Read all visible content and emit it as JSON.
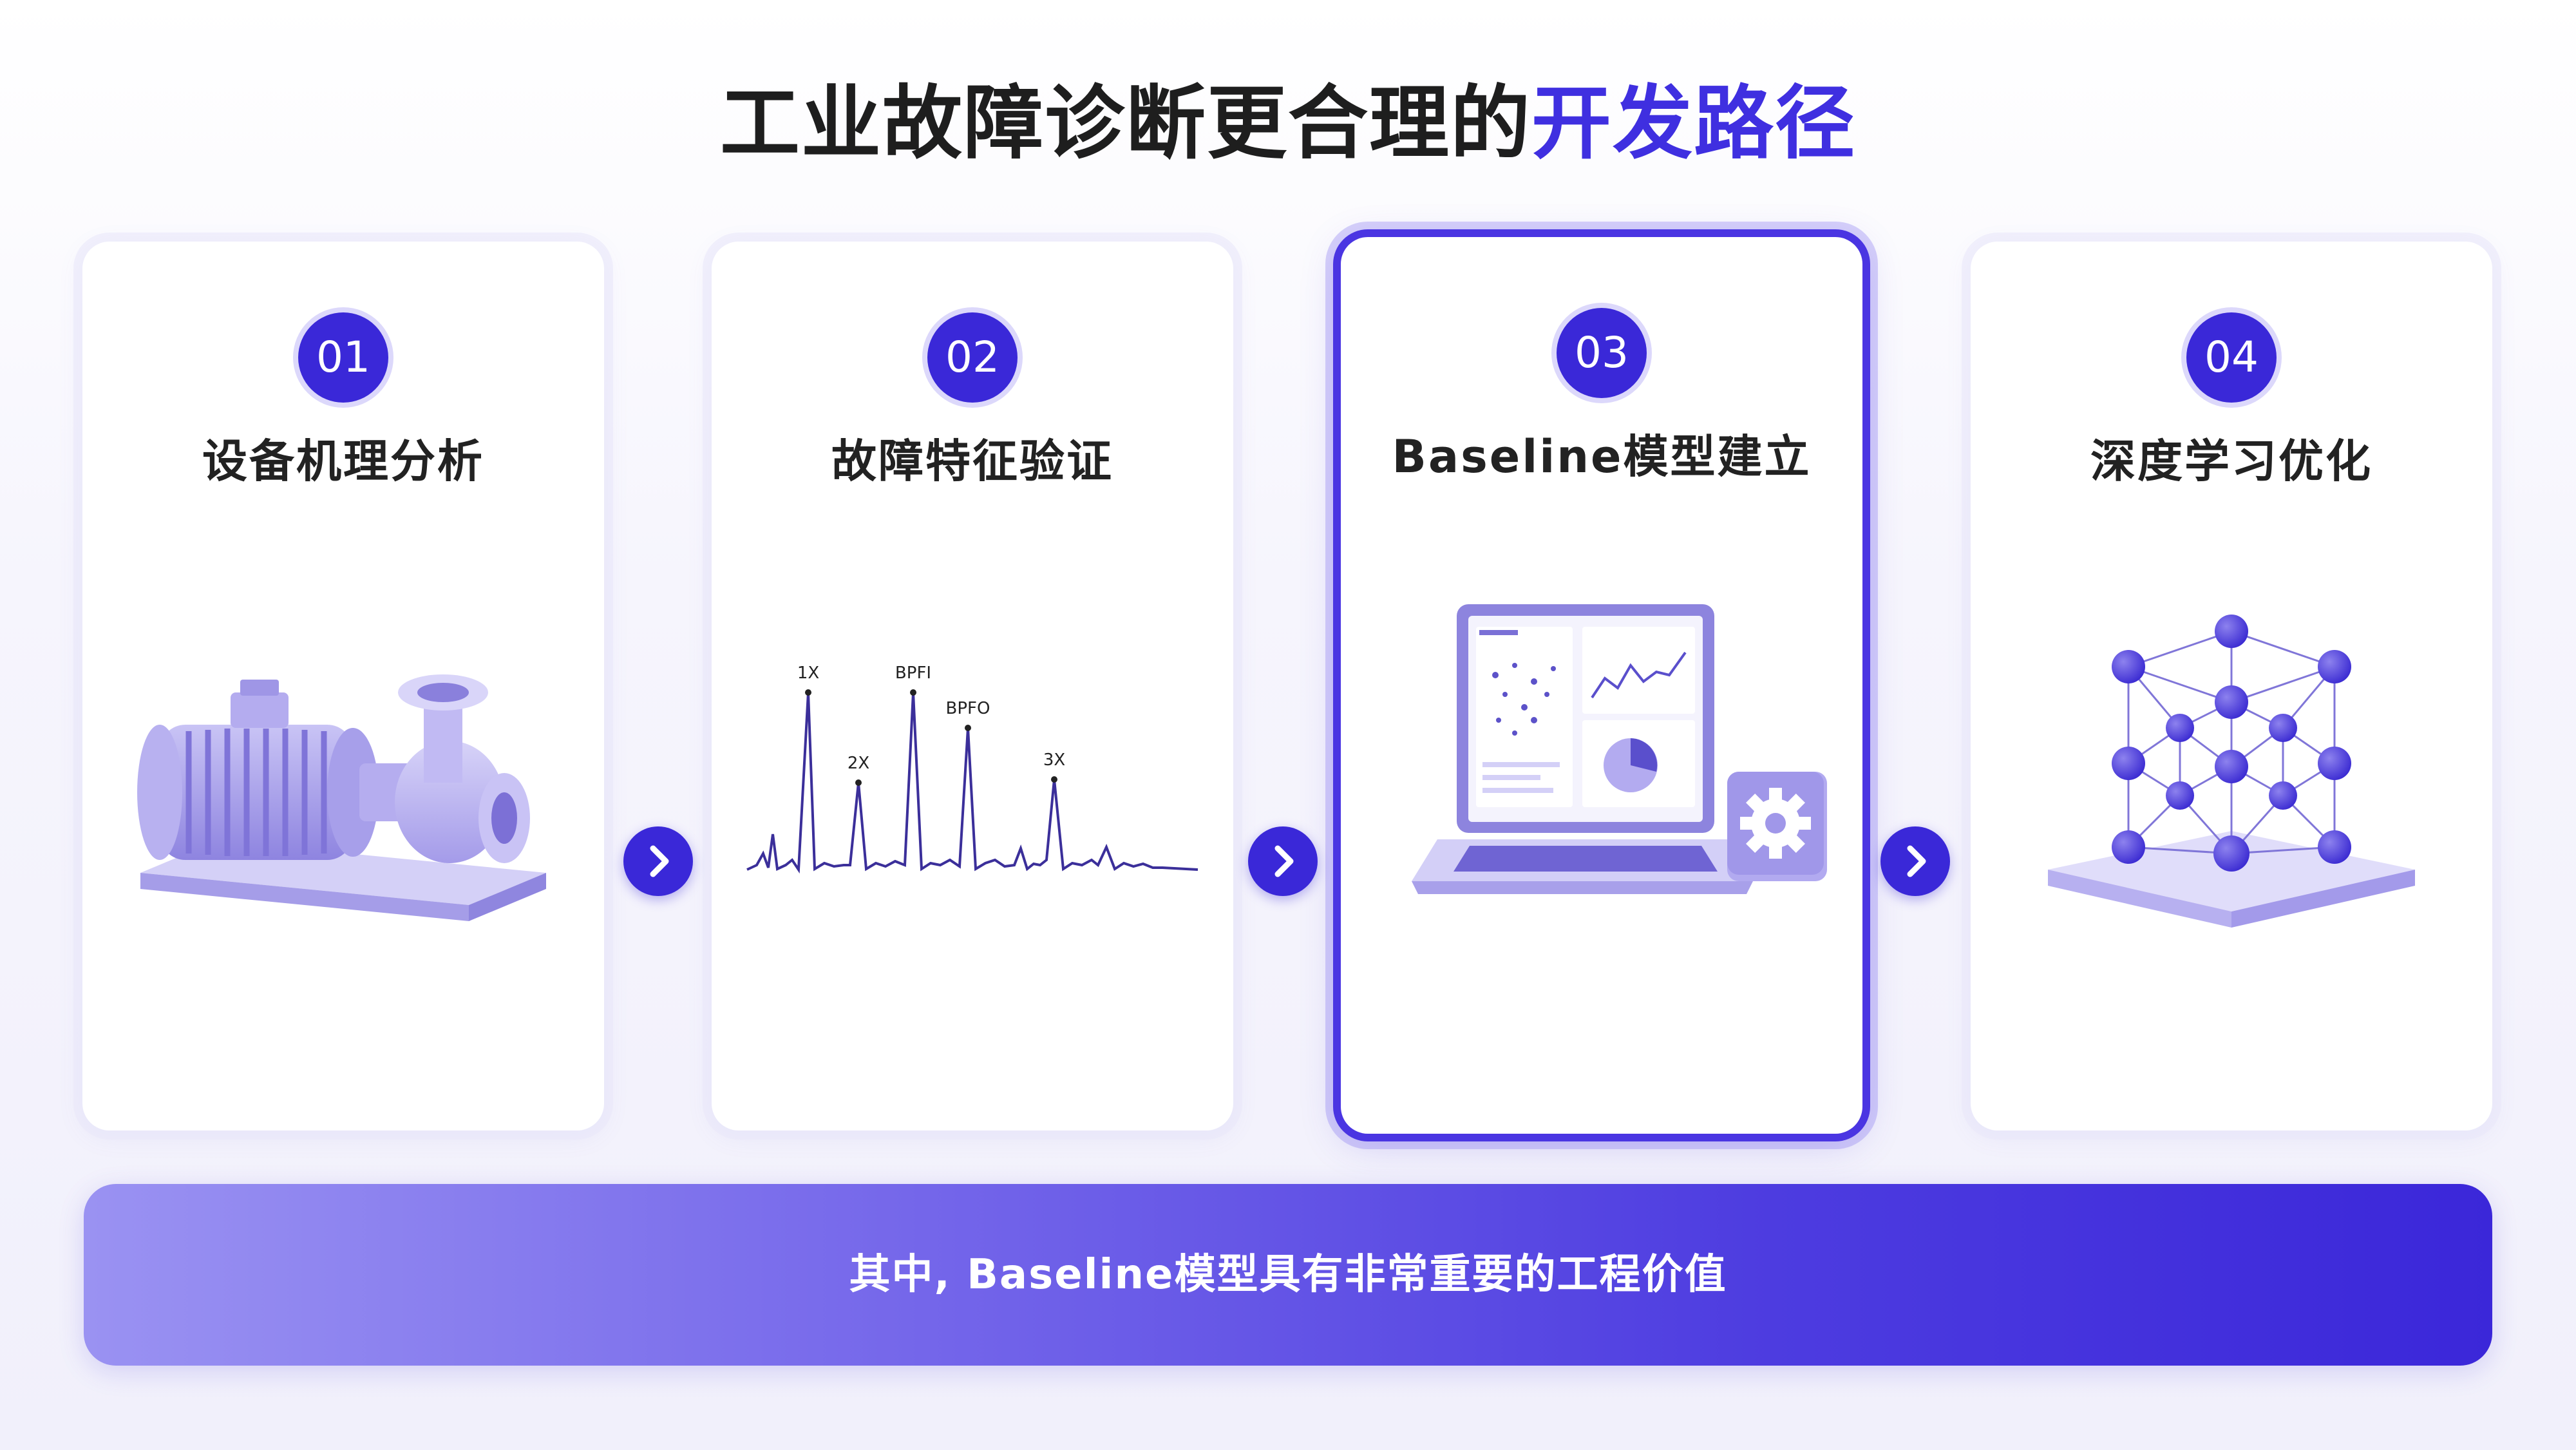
{
  "title": {
    "main": "工业故障诊断更合理的",
    "accent": "开发路径"
  },
  "steps": [
    {
      "number": "01",
      "label": "设备机理分析"
    },
    {
      "number": "02",
      "label": "故障特征验证"
    },
    {
      "number": "03",
      "label": "Baseline模型建立"
    },
    {
      "number": "04",
      "label": "深度学习优化"
    }
  ],
  "spectrum_labels": {
    "p1": "1X",
    "p2": "2X",
    "p3": "BPFI",
    "p4": "BPFO",
    "p5": "3X"
  },
  "banner": {
    "text": "其中, Baseline模型具有非常重要的工程价值"
  },
  "colors": {
    "accent": "#3f2fe0",
    "badge": "#3a28d8",
    "illustration": "#a9a2ec"
  },
  "icons": [
    "pump-motor-icon",
    "spectrum-chart-icon",
    "laptop-icon",
    "gear-icon",
    "neural-network-icon",
    "chevron-right-icon"
  ],
  "active_step": "03"
}
